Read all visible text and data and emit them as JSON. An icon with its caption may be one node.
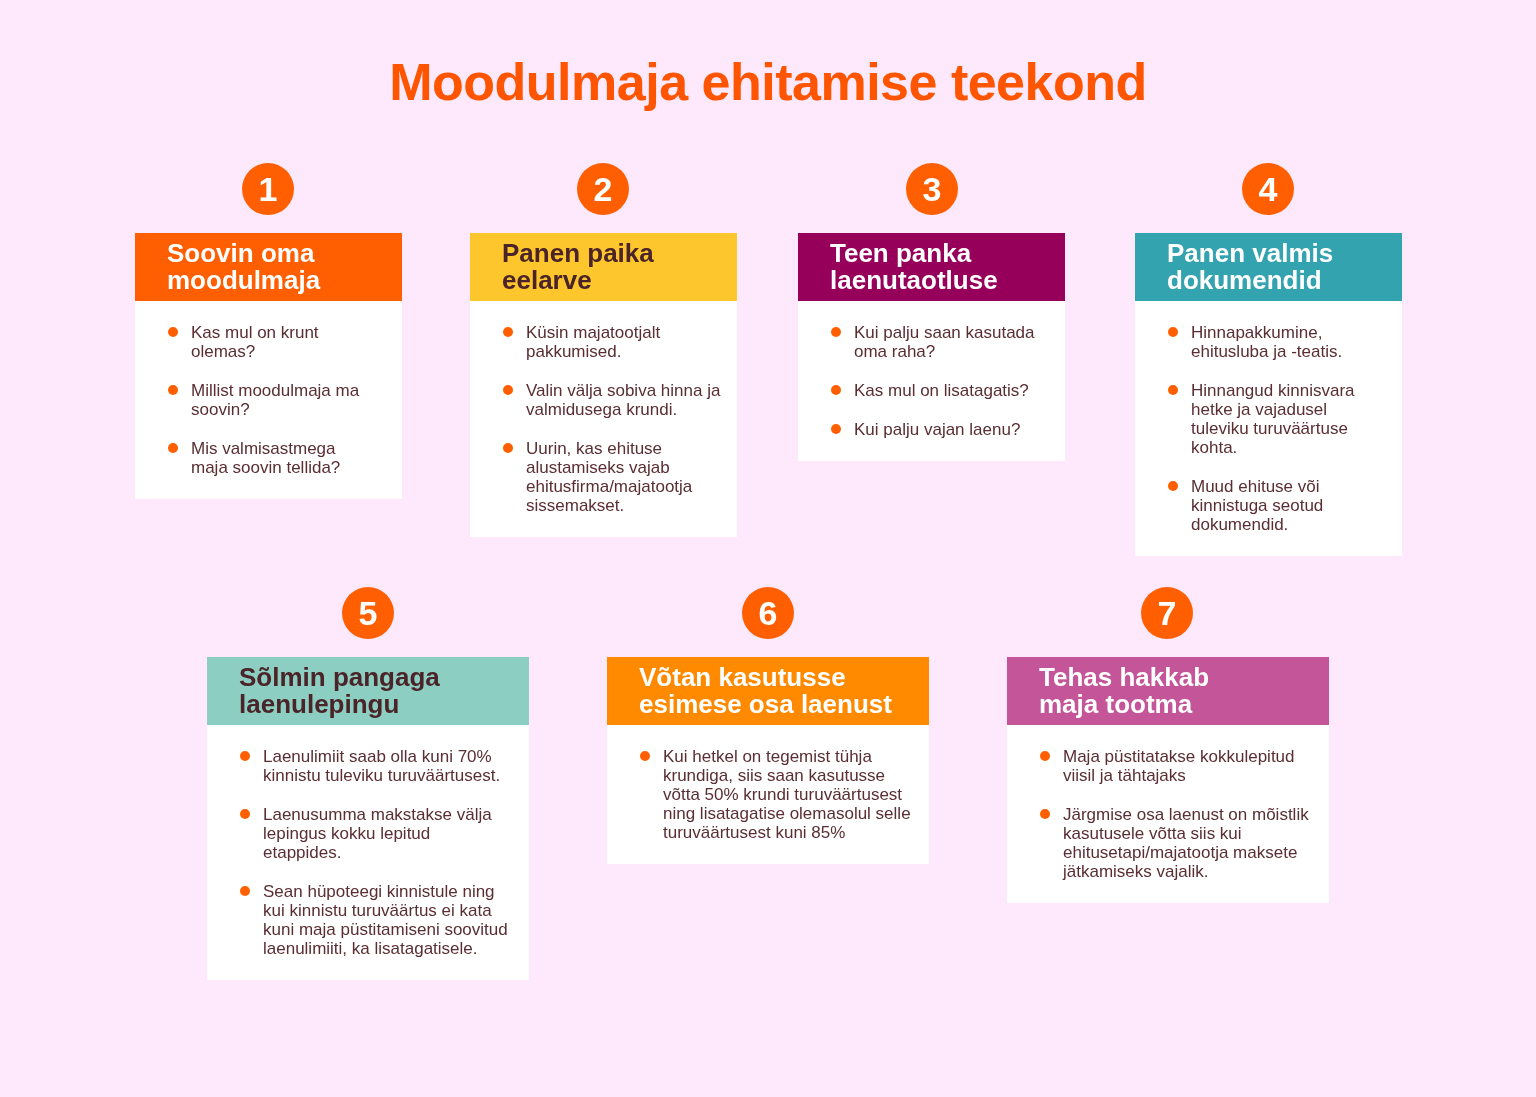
{
  "diagram": {
    "title": "Moodulmaja ehitamise teekond",
    "nodes": [
      {
        "text": [
          "1"
        ]
      },
      {
        "text": [
          "Soovin oma moodulmaja",
          "Kas mul on krunt olemas?",
          "Millist moodulmaja ma soovin?",
          "Mis valmisastmega maja soovin tellida?"
        ]
      },
      {
        "text": [
          "2"
        ]
      },
      {
        "text": [
          "Panen paika eelarve",
          "Küsin majatootjalt pakkumised.",
          "Valin välja sobiva hinna ja valmidusega krundi.",
          "Uurin, kas ehituse alustamiseks vajab ehitusfirma/majatootja sissemakset."
        ]
      },
      {
        "text": [
          "3"
        ]
      },
      {
        "text": [
          "Teen panka laenutaotluse",
          "Kui palju saan kasutada oma raha?",
          "Kas mul on lisatagatis?",
          "Kui palju vajan laenu?"
        ]
      },
      {
        "text": [
          "4"
        ]
      },
      {
        "text": [
          "Panen valmis dokumendid",
          "Hinnapakkumine, ehitusluba ja -teatis.",
          "Hinnangud kinnisvara hetke ja vajadusel tuleviku turuväärtuse kohta.",
          "Muud ehituse või kinnistuga seotud dokumendid."
        ]
      },
      {
        "text": [
          "5"
        ]
      },
      {
        "text": [
          "Sõlmin pangaga laenulepingu",
          "Laenulimiit saab olla kuni 70% kinnistu tuleviku turuväärtusest.",
          "Laenusumma makstakse välja lepingus kokku lepitud etappides.",
          "Sean hüpoteegi kinnistule ning kui kinnistu turuväärtus ei kata kuni maja püstitamiseni soovitud laenulimiiti, ka lisatagatisele."
        ]
      },
      {
        "text": [
          "6"
        ]
      },
      {
        "text": [
          "Võtan kasutusse esimese osa laenust",
          "Kui hetkel on tegemist tühja krundiga, siis saan kasutusse võtta 50% krundi turuväärtusest ning lisatagatise olemasolul selle turuväärtusest kuni 85%"
        ]
      },
      {
        "text": [
          "7"
        ]
      },
      {
        "text": [
          "Tehas hakkab maja tootma",
          "Maja püstitatakse kokkulepitud viisil ja tähtajaks",
          "Järgmise osa laenust on mõistlik kasutusele võtta siis kui ehitusetapi/majatootja maksete jätkamiseks vajalik."
        ]
      }
    ]
  }
}
